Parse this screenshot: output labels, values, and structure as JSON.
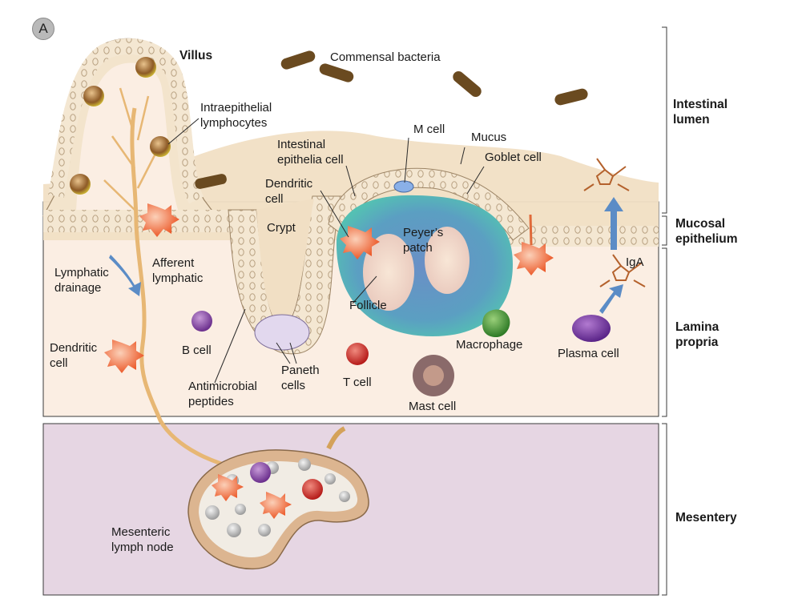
{
  "panel_label": "A",
  "labels": {
    "villus": "Villus",
    "commensal_bacteria": "Commensal bacteria",
    "intraepithelial_lymphocytes": [
      "Intraepithelial",
      "lymphocytes"
    ],
    "intestinal_epithelia_cell": [
      "Intestinal",
      "epithelia cell"
    ],
    "m_cell": "M cell",
    "mucus": "Mucus",
    "goblet_cell": "Goblet cell",
    "dendritic_cell_top": [
      "Dendritic",
      "cell"
    ],
    "crypt": "Crypt",
    "peyers_patch": [
      "Peyer’s",
      "patch"
    ],
    "iga": "IgA",
    "lymphatic_drainage": [
      "Lymphatic",
      "drainage"
    ],
    "afferent_lymphatic": [
      "Afferent",
      "lymphatic"
    ],
    "follicle": "Follicle",
    "b_cell": "B cell",
    "macrophage": "Macrophage",
    "plasma_cell": "Plasma cell",
    "dendritic_cell_left": [
      "Dendritic",
      "cell"
    ],
    "paneth_cells": [
      "Paneth",
      "cells"
    ],
    "t_cell": "T cell",
    "antimicrobial_peptides": [
      "Antimicrobial",
      "peptides"
    ],
    "mast_cell": "Mast cell",
    "mesenteric_lymph_node": [
      "Mesenteric",
      "lymph node"
    ]
  },
  "regions": {
    "intestinal_lumen": [
      "Intestinal",
      "lumen"
    ],
    "mucosal_epithelium": [
      "Mucosal",
      "epithelium"
    ],
    "lamina_propria": [
      "Lamina",
      "propria"
    ],
    "mesentery": "Mesentery"
  },
  "colors": {
    "lamina_propria_fill": "#fbeee3",
    "mesentery_fill": "#e7d8e4",
    "mucus_fill": "#f3e3cc",
    "epithelium_fill": "#f6ead5",
    "peyers_outer": "#4fb8b0",
    "peyers_inner": "#5f93c7",
    "follicle_fill": "#f4e1d6",
    "lymphatic_vessel": "#e0b070",
    "dendritic_cell": "#f06a3a",
    "t_cell": "#c8201e",
    "b_cell": "#7a3a9a",
    "plasma_cell": "#6a3aa0",
    "macrophage": "#4a9a3a",
    "mast_cell": "#7a5a5a",
    "bacteria": "#6b4a1e",
    "arrow": "#5a8cc8",
    "lymph_node_capsule": "#d9b48a"
  }
}
